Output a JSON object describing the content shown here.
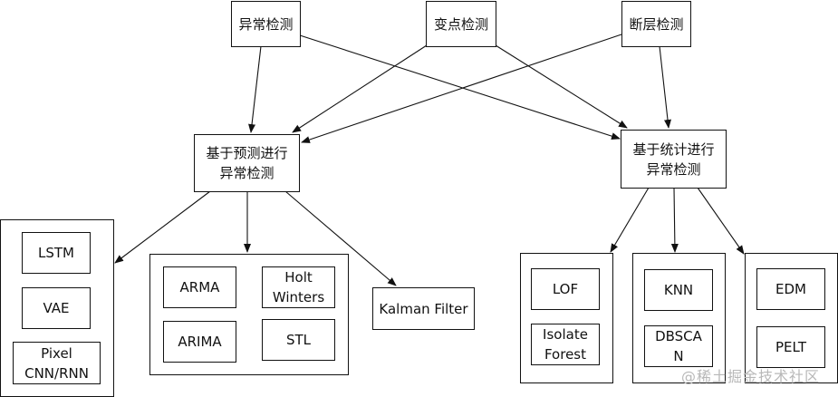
{
  "top_nodes": {
    "anomaly": "异常检测",
    "changepoint": "变点检测",
    "fault": "断层检测"
  },
  "mid_nodes": {
    "prediction": "基于预测进行异常检测",
    "statistics": "基于统计进行异常检测"
  },
  "prediction_methods": {
    "deep": [
      "LSTM",
      "VAE",
      "Pixel CNN/RNN"
    ],
    "classic": [
      "ARMA",
      "Holt Winters",
      "ARIMA",
      "STL"
    ],
    "kalman": "Kalman Filter"
  },
  "statistics_methods": {
    "group1": [
      "LOF",
      "Isolate Forest"
    ],
    "group2": [
      "KNN",
      "DBSCAN"
    ],
    "group3": [
      "EDM",
      "PELT"
    ]
  },
  "watermark": "@稀土掘金技术社区",
  "colors": {
    "line": "#111111",
    "watermark": "#b8b8b8"
  }
}
